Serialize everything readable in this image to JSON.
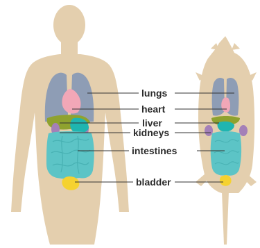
{
  "labels": {
    "lungs": "lungs",
    "heart": "heart",
    "liver": "liver",
    "kidneys": "kidneys",
    "intestines": "intestines",
    "bladder": "bladder"
  },
  "colors": {
    "silhouette": "#e4cfae",
    "lungs": "#8e9db5",
    "heart": "#f2a7b7",
    "liver": "#8fa22f",
    "kidneys": "#a480b8",
    "stomach": "#1fb5b0",
    "intestines": "#5cc4c6",
    "bladder": "#f5d230",
    "leader_line": "#333333",
    "label_text": "#2b2b2b"
  }
}
